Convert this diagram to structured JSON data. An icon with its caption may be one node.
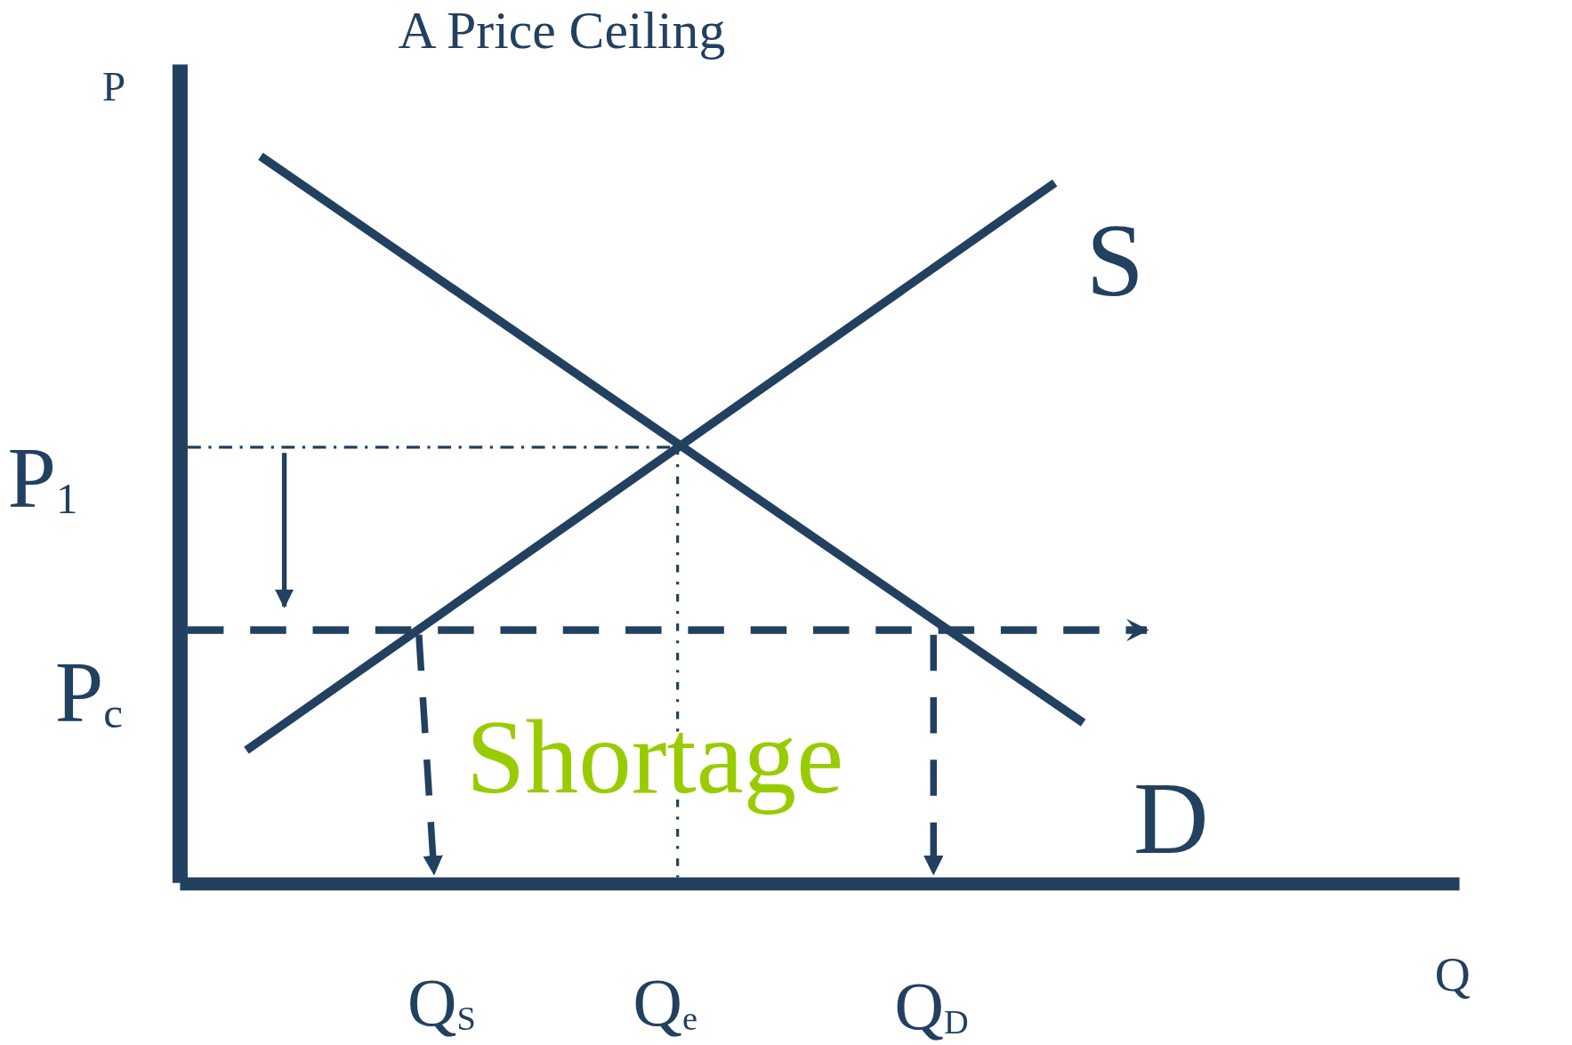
{
  "diagram": {
    "title": "A Price Ceiling",
    "labels": [
      "P",
      "P$_{1}$",
      "S",
      "P$_{c}$",
      "Shortage",
      "D",
      "Q$_{S}$",
      "Q$_{e}$",
      "Q$_{D}$",
      "Q"
    ]
  }
}
